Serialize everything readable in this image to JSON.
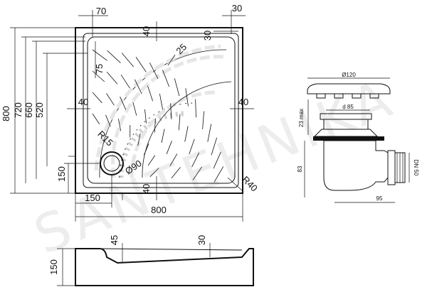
{
  "watermark": "SANTEHNIKA",
  "top_view": {
    "dim_outer_width": "800",
    "dim_outer_height": "800",
    "dim_720": "720",
    "dim_660": "660",
    "dim_520": "520",
    "dim_150_left": "150",
    "dim_150_bottom": "150",
    "dim_70": "70",
    "dim_30_top": "30",
    "dim_40_top": "40",
    "dim_30_right": "30",
    "dim_25": "25",
    "dim_75": "75",
    "dim_40_left": "40",
    "dim_40_right": "40",
    "dim_40_bottom": "40",
    "dim_r15": "R15",
    "dim_d90": "Ø90",
    "dim_r40": "R40"
  },
  "side_view": {
    "dim_height": "150",
    "dim_45": "45",
    "dim_30": "30"
  },
  "drain": {
    "dim_d120": "Ø120",
    "dim_d85": "d 85",
    "dim_23max": "23 max",
    "dim_83": "83",
    "dim_dn50": "DN 50",
    "dim_95": "95"
  }
}
